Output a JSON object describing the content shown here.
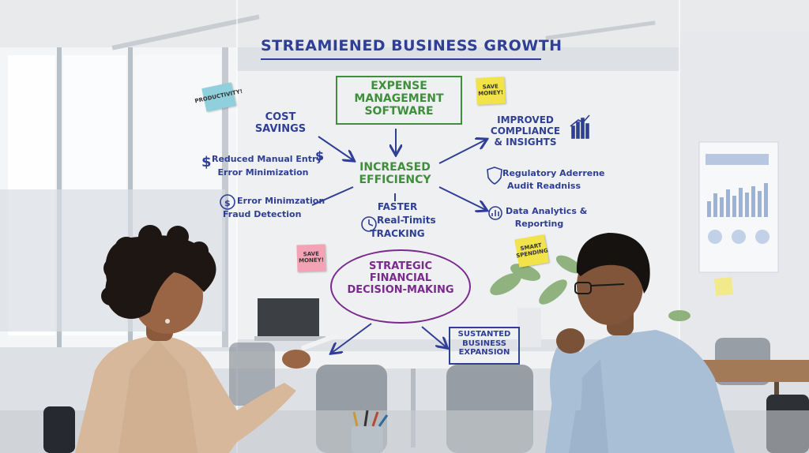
{
  "whiteboard": {
    "title": "STREAMIENED BUSINESS GROWTH",
    "expense_box": [
      "EXPENSE",
      "MANAGEMENT",
      "SOFTWARE"
    ],
    "center": [
      "INCREASED",
      "EFFICIENCY"
    ],
    "cost_savings": [
      "COST",
      "SAVINGS"
    ],
    "left_item1": [
      "Reduced Manual Entry",
      "Error Minimization"
    ],
    "left_item2": [
      "Error Minimzation",
      "Fraud Detection"
    ],
    "faster": [
      "FASTER",
      "Real-Timits",
      "TRACKING"
    ],
    "compliance": [
      "IMPROVED",
      "COMPLIANCE",
      "& INSIGHTS"
    ],
    "regulatory": [
      "Regulatory Aderrene",
      "Audit Readniss"
    ],
    "analytics": [
      "Data Analytics &",
      "Reporting"
    ],
    "strategic": [
      "STRATEGIC",
      "FINANCIAL",
      "DECISION-MAKING"
    ],
    "sustained": [
      "SUSTANTED",
      "BUSINESS",
      "EXPANSION"
    ]
  },
  "stickies": {
    "productivity": "PRODUCTIVITY!",
    "save_money_top": "SAVE MONEY!",
    "save_money_left": "SAVE MONEY!",
    "smart_spending": "SMART SPENDING"
  },
  "colors": {
    "ink_blue": "#2f3f95",
    "ink_green": "#3f8f3a",
    "ink_purple": "#7a2a8c",
    "sticky_yellow": "#f3e34a",
    "sticky_pink": "#f3a3b4",
    "sticky_blue": "#8fd0dc"
  },
  "icons": [
    "dollar-icon",
    "clock-icon",
    "shield-icon",
    "bar-chart-icon",
    "pie-chart-icon",
    "growth-chart-icon"
  ]
}
